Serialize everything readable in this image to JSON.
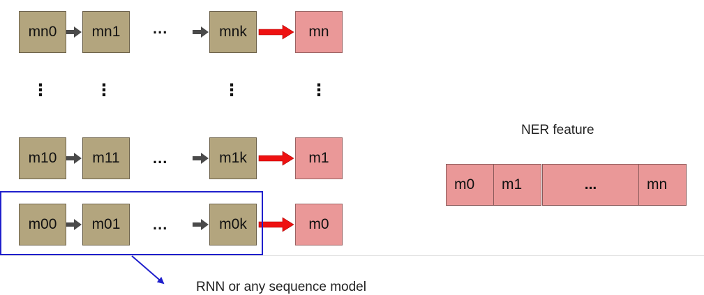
{
  "diagram": {
    "rows": {
      "n": {
        "cells": [
          "mn0",
          "mn1",
          "mnk"
        ],
        "output": "mn"
      },
      "one": {
        "cells": [
          "m10",
          "m11",
          "m1k"
        ],
        "output": "m1"
      },
      "zero": {
        "cells": [
          "m00",
          "m01",
          "m0k"
        ],
        "output": "m0"
      }
    },
    "ellipsis": "...",
    "vertical_ellipsis": "⋮",
    "rnn_label": "RNN or any sequence model",
    "ner": {
      "title": "NER feature",
      "cells": [
        "m0",
        "m1",
        "...",
        "mn"
      ]
    },
    "colors": {
      "cell": "#b3a57e",
      "output": "#ea9898",
      "small_arrow": "#4a4a4a",
      "output_arrow": "#ee1111",
      "highlight": "#1f1fcc"
    }
  }
}
